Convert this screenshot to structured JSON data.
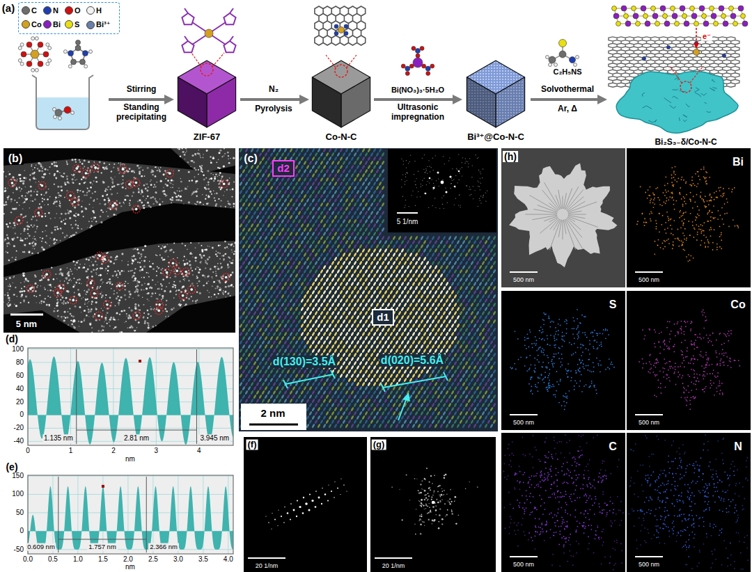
{
  "diagram": {
    "nodes": [
      {
        "text": [
          "d2"
        ]
      },
      {
        "text": [
          "d1"
        ]
      }
    ],
    "labels": [
      "(a)",
      "Stirring",
      "Standing precipitating",
      "ZIF-67",
      "N₂",
      "Pyrolysis",
      "Co-N-C",
      "Bi(NO₃)₃·5H₂O",
      "Ultrasonic impregnation",
      "Bi³⁺@Co-N-C",
      "C₂H₅NS",
      "Solvothermal",
      "Ar, Δ",
      "e⁻",
      "Bi₂S₃₋δ/Co-N-C",
      "(b)",
      "5 nm",
      "(c)",
      "d(130)=3.5Å",
      "d(020)=5.6Å",
      "5 1/nm",
      "2 nm",
      "(d)",
      "100",
      "80",
      "60",
      "40",
      "20",
      "0",
      "-20",
      "-40",
      "0",
      "1",
      "2",
      "3",
      "4",
      "nm",
      "1.135 nm",
      "2.81 nm",
      "3.945 nm",
      "(e)",
      "150",
      "100",
      "50",
      "0",
      "-50",
      "0.0",
      "0.5",
      "1.0",
      "1.5",
      "2.0",
      "2.5",
      "3.0",
      "3.5",
      "4.0",
      "nm",
      "0.609 nm",
      "1.757 nm",
      "2.366 nm",
      "(f)",
      "20 1/nm",
      "(g)",
      "20 1/nm",
      "(h)",
      "500 nm",
      "Bi",
      "500 nm",
      "S",
      "500 nm",
      "Co",
      "500 nm",
      "C",
      "500 nm",
      "N",
      "500 nm"
    ],
    "legend": [
      {
        "text": "C",
        "color": "#6e6e6e"
      },
      {
        "text": "N",
        "color": "#1f3fb0"
      },
      {
        "text": "O",
        "color": "#d01010"
      },
      {
        "text": "H",
        "color": "#f2f2f2"
      },
      {
        "text": "Co",
        "color": "#d4a020"
      },
      {
        "text": "Bi",
        "color": "#8a1fc0"
      },
      {
        "text": "S",
        "color": "#e8e010"
      },
      {
        "text": "Bi³⁺",
        "color": "#6a7fa8"
      }
    ]
  }
}
